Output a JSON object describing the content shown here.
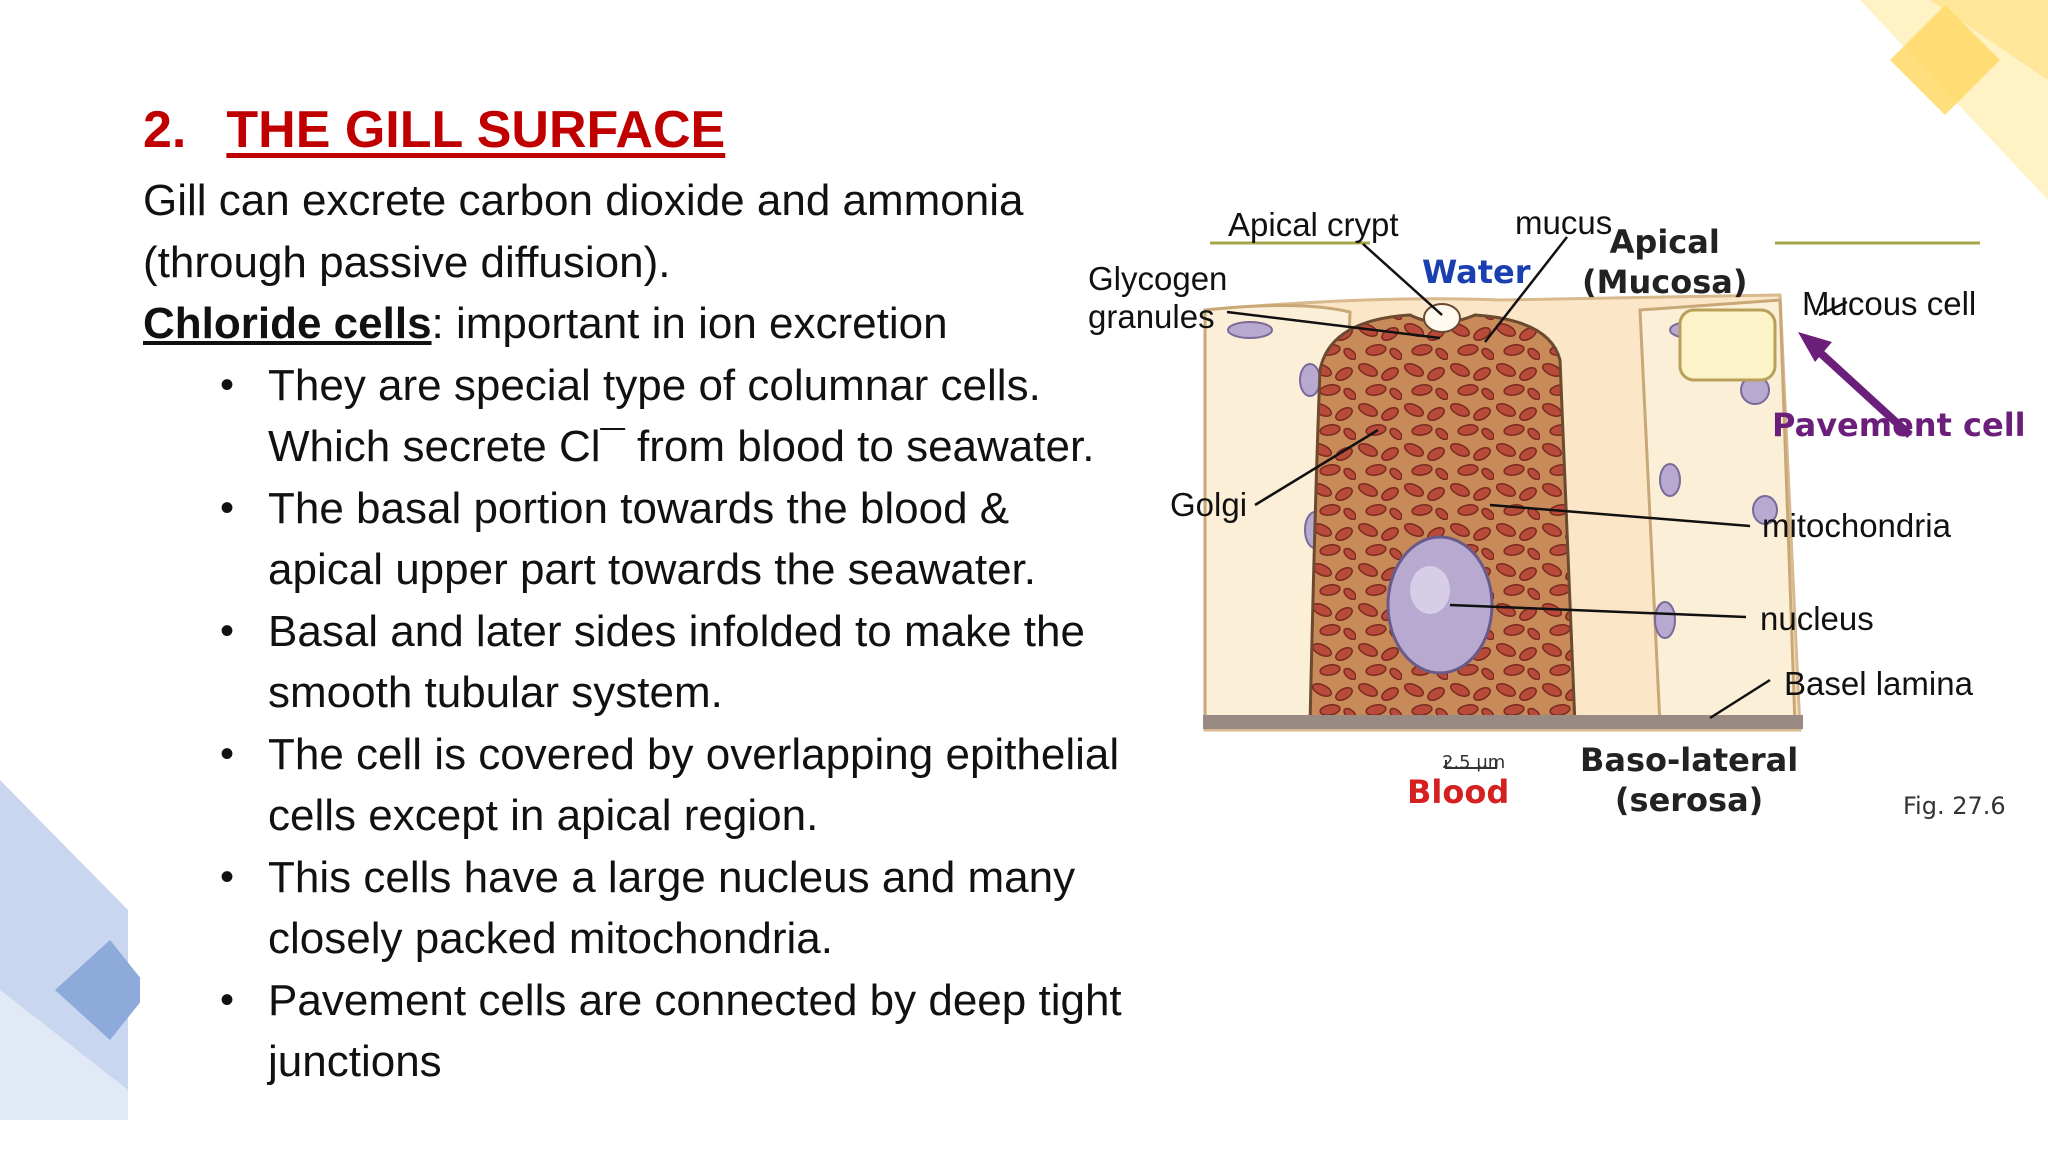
{
  "slide": {
    "heading_number": "2.",
    "heading_text": "THE GILL SURFACE",
    "intro": "Gill can excrete carbon dioxide and ammonia (through passive diffusion).",
    "chloride_label": "Chloride cells",
    "chloride_rest": ": important in ion excretion",
    "bullets": [
      "They are special type of columnar cells.\nWhich secrete Cl¯ from blood to seawater.",
      "The basal portion towards the blood &\napical upper part towards the seawater.",
      "Basal and later sides infolded to make the\nsmooth tubular system.",
      "The cell is covered by overlapping epithelial\ncells except in apical region.",
      "This cells have a large nucleus and many\nclosely packed mitochondria.",
      "Pavement cells are connected by deep tight\njunctions"
    ]
  },
  "figure": {
    "labels": {
      "apical_crypt": "Apical crypt",
      "mucus": "mucus",
      "glycogen": "Glycogen\ngranules",
      "mucous_cell": "Mucous cell",
      "golgi": "Golgi",
      "mitochondria": "mitochondria",
      "nucleus": "nucleus",
      "basel_lamina": "Basel lamina"
    },
    "image_text": {
      "water": "Water",
      "apical": "Apical\n(Mucosa)",
      "pavement": "Pavement cell",
      "blood": "Blood",
      "basolateral": "Baso-lateral\n(serosa)",
      "scale": "2.5 µm",
      "fig": "Fig. 27.6"
    },
    "colors": {
      "water": "#1a3fb0",
      "blood": "#d42020",
      "pavement": "#6b1f7a",
      "cytoplasm": "#c98a5a",
      "mitochondria": "#b84a3a",
      "nucleus": "#b7a9cf"
    }
  },
  "decor": {
    "accent_gold": "#ffd966",
    "accent_blue": "#b4c7e7"
  }
}
